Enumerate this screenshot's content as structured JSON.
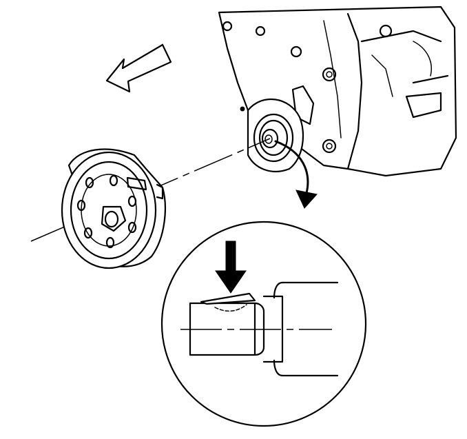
{
  "figure": {
    "components": [
      "engine-block",
      "front-cover",
      "crankshaft-nose",
      "crankshaft-balancer",
      "removal-arrow",
      "detail-callout-arrow",
      "detail-view",
      "crankshaft-key",
      "key-indicator-arrow"
    ]
  }
}
